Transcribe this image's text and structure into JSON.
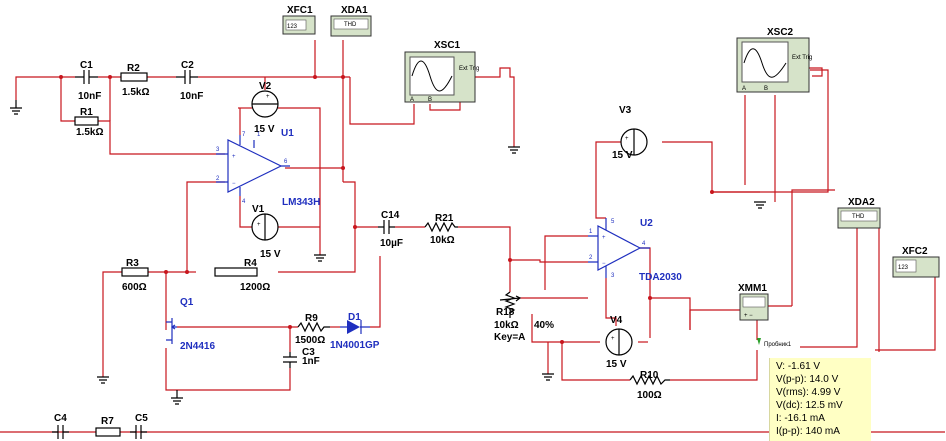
{
  "components": {
    "C1": {
      "ref": "C1",
      "value": "10nF"
    },
    "C2": {
      "ref": "C2",
      "value": "10nF"
    },
    "C3": {
      "ref": "C3",
      "value": "1nF"
    },
    "C4": {
      "ref": "C4"
    },
    "C5": {
      "ref": "C5"
    },
    "C14": {
      "ref": "C14",
      "value": "10µF"
    },
    "R1": {
      "ref": "R1",
      "value": "1.5kΩ"
    },
    "R2": {
      "ref": "R2",
      "value": "1.5kΩ"
    },
    "R3": {
      "ref": "R3",
      "value": "600Ω"
    },
    "R4": {
      "ref": "R4",
      "value": "1200Ω"
    },
    "R7": {
      "ref": "R7"
    },
    "R9": {
      "ref": "R9",
      "value": "1500Ω"
    },
    "R10": {
      "ref": "R10",
      "value": "100Ω"
    },
    "R18": {
      "ref": "R18",
      "value": "10kΩ",
      "key": "Key=A",
      "percent": "40%"
    },
    "R21": {
      "ref": "R21",
      "value": "10kΩ"
    },
    "V1": {
      "ref": "V1",
      "value": "15 V"
    },
    "V2": {
      "ref": "V2",
      "value": "15 V"
    },
    "V3": {
      "ref": "V3",
      "value": "15 V"
    },
    "V4": {
      "ref": "V4",
      "value": "15 V"
    },
    "U1": {
      "ref": "U1",
      "part": "LM343H"
    },
    "U2": {
      "ref": "U2",
      "part": "TDA2030"
    },
    "Q1": {
      "ref": "Q1",
      "part": "2N4416"
    },
    "D1": {
      "ref": "D1",
      "part": "1N4001GP"
    }
  },
  "instruments": {
    "XFC1": {
      "ref": "XFC1",
      "display": "123"
    },
    "XFC2": {
      "ref": "XFC2",
      "display": "123"
    },
    "XDA1": {
      "ref": "XDA1",
      "face": "THD"
    },
    "XDA2": {
      "ref": "XDA2",
      "face": "THD"
    },
    "XSC1": {
      "ref": "XSC1",
      "ext_trig": "Ext Trig",
      "ch_a": "A",
      "ch_b": "B"
    },
    "XSC2": {
      "ref": "XSC2",
      "ext_trig": "Ext Trig",
      "ch_a": "A",
      "ch_b": "B"
    },
    "XMM1": {
      "ref": "XMM1"
    }
  },
  "probe": {
    "name": "Пробник1",
    "readings": [
      "V: -1.61 V",
      "V(p-p): 14.0 V",
      "V(rms): 4.99 V",
      "V(dc): 12.5 mV",
      "I: -16.1 mA",
      "I(p-p): 140 mA"
    ]
  },
  "pins": {
    "u1_p3": "3",
    "u1_p2": "2",
    "u1_p7": "7",
    "u1_p4": "4",
    "u1_p1": "1",
    "u1_p6": "6",
    "u2_p1": "1",
    "u2_p2": "2",
    "u2_p3": "3",
    "u2_p4": "4",
    "u2_p5": "5"
  },
  "colors": {
    "wire": "#c8161d",
    "component": "#000000",
    "active": "#1f2fbf",
    "instrument": "#d6e3c9",
    "probe_bg": "#ffffc4",
    "probe_marker": "#2aa02a"
  }
}
